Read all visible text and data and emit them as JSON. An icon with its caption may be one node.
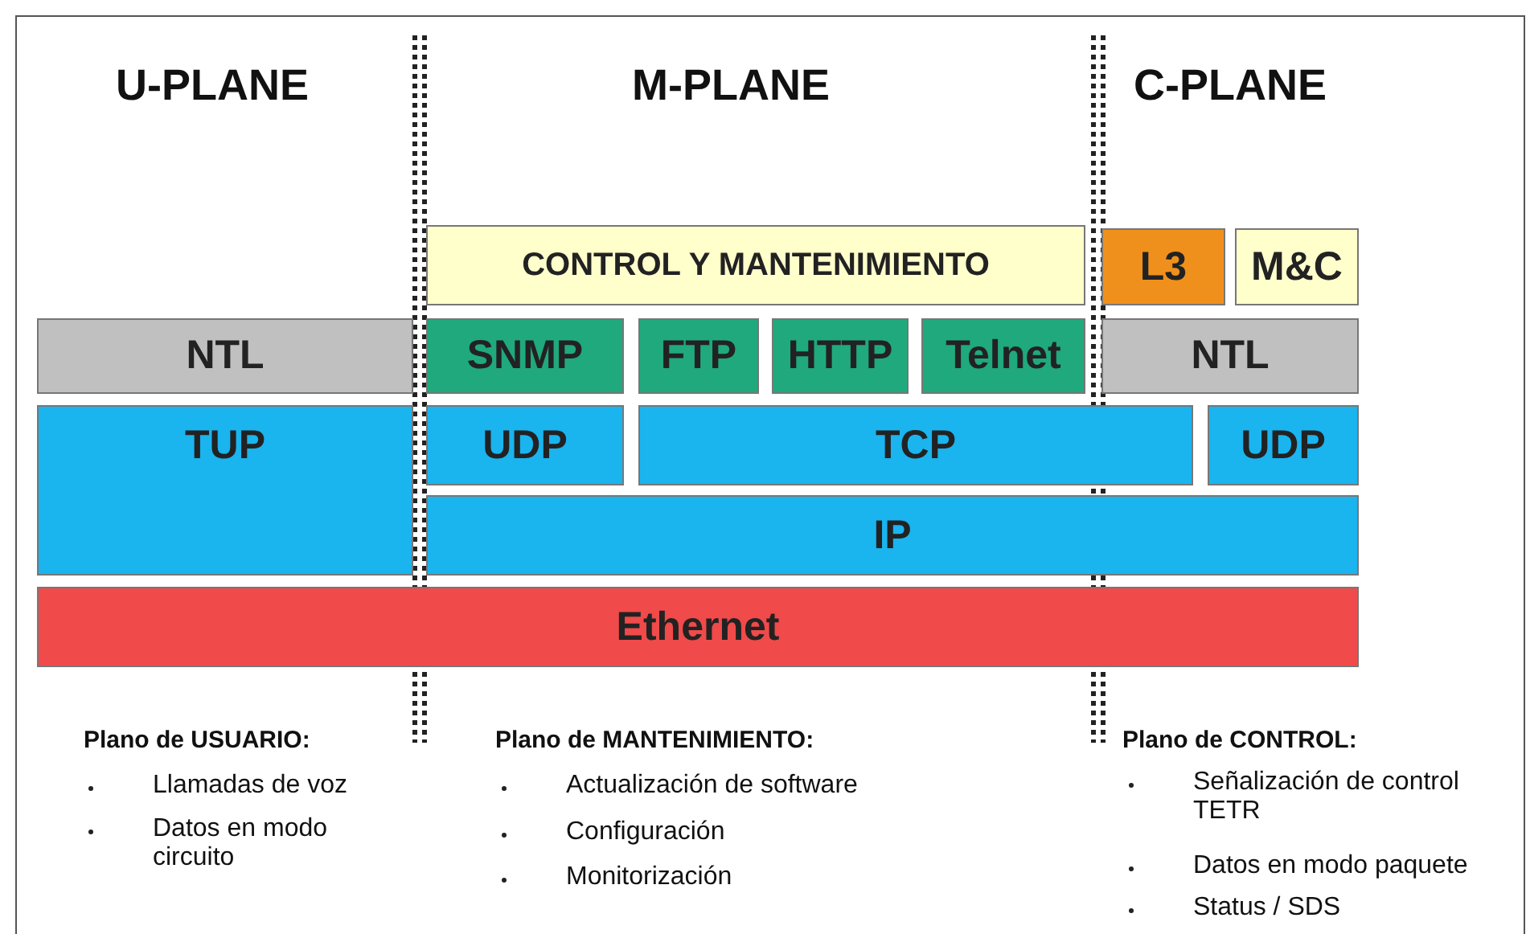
{
  "diagram": {
    "nodes": [
      {
        "text": [
          "CONTROL Y MANTENIMIENTO"
        ]
      },
      {
        "text": [
          "L3"
        ]
      },
      {
        "text": [
          "M&C"
        ]
      },
      {
        "text": [
          "NTL"
        ]
      },
      {
        "text": [
          "SNMP"
        ]
      },
      {
        "text": [
          "FTP"
        ]
      },
      {
        "text": [
          "HTTP"
        ]
      },
      {
        "text": [
          "Telnet"
        ]
      },
      {
        "text": [
          "NTL"
        ]
      },
      {
        "text": [
          "TUP"
        ]
      },
      {
        "text": [
          "UDP"
        ]
      },
      {
        "text": [
          "TCP"
        ]
      },
      {
        "text": [
          "UDP"
        ]
      },
      {
        "text": [
          "IP"
        ]
      },
      {
        "text": [
          "Ethernet"
        ]
      }
    ],
    "edges": [],
    "labels": [
      "U-PLANE",
      "M-PLANE",
      "C-PLANE",
      "Plano de USUARIO:",
      "Llamadas de voz",
      "Datos en modo circuito",
      "Plano de MANTENIMIENTO:",
      "Actualización de software",
      "Configuración",
      "Monitorización",
      "Plano de CONTROL:",
      "Señalización de control TETR",
      "Datos en modo paquete",
      "Status / SDS"
    ]
  }
}
